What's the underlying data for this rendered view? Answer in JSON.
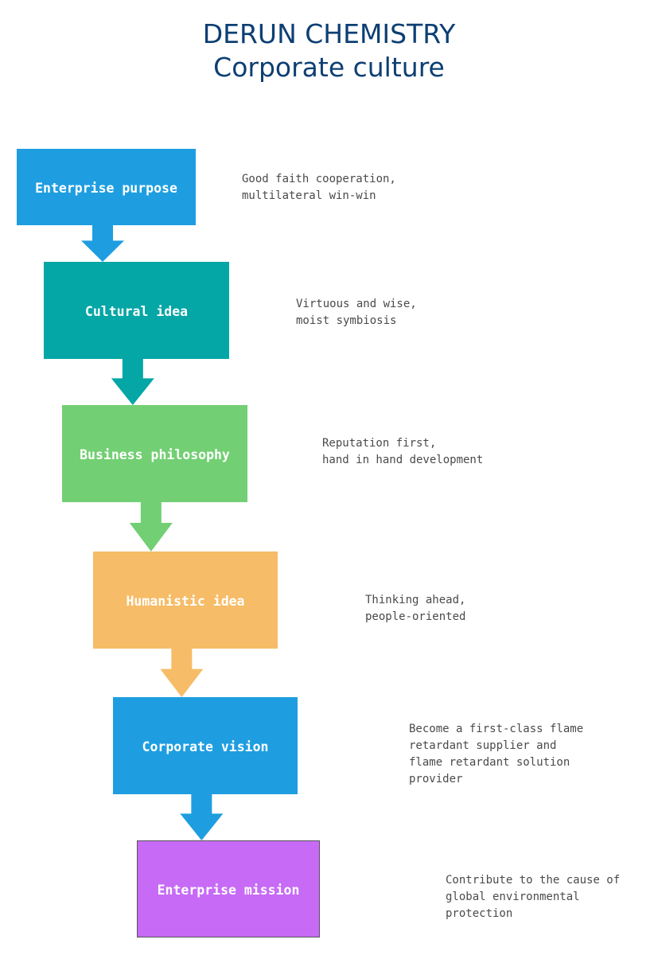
{
  "header": {
    "title_line1": "DERUN CHEMISTRY",
    "title_line2": "Corporate culture"
  },
  "steps": [
    {
      "label": "Enterprise purpose",
      "color": "#1e9ee0",
      "description": [
        "Good faith cooperation,",
        "multilateral win-win"
      ]
    },
    {
      "label": "Cultural idea",
      "color": "#04a6a6",
      "description": [
        "Virtuous and wise,",
        "moist symbiosis"
      ]
    },
    {
      "label": "Business philosophy",
      "color": "#72cf73",
      "description": [
        "Reputation first,",
        "hand in hand development"
      ]
    },
    {
      "label": "Humanistic idea",
      "color": "#f6bc67",
      "description": [
        "Thinking ahead,",
        "people-oriented"
      ]
    },
    {
      "label": "Corporate vision",
      "color": "#1e9ee0",
      "description": [
        "Become a first-class flame",
        "retardant supplier and",
        "flame retardant solution",
        "provider"
      ]
    },
    {
      "label": "Enterprise mission",
      "color": "#c76af6",
      "description": [
        "Contribute to the cause of",
        "global environmental",
        "protection"
      ]
    }
  ]
}
